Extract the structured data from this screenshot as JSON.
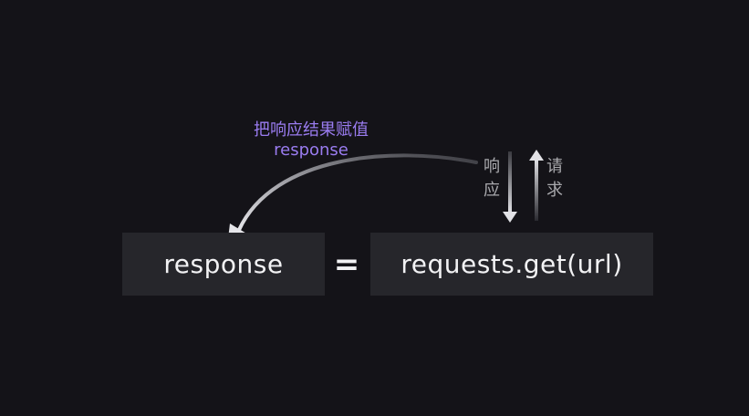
{
  "caption": {
    "cn": "把响应结果赋值",
    "en": "response"
  },
  "left_box": {
    "label": "response"
  },
  "equals": {
    "symbol": "="
  },
  "right_box": {
    "label": "requests.get(url)"
  },
  "arrow_labels": {
    "response": [
      "响",
      "应"
    ],
    "request": [
      "请",
      "求"
    ]
  },
  "colors": {
    "background": "#141318",
    "box": "#26262b",
    "caption": "#9a7cf0",
    "label": "#a9a9ad",
    "arrow": "#d9d9dc"
  }
}
